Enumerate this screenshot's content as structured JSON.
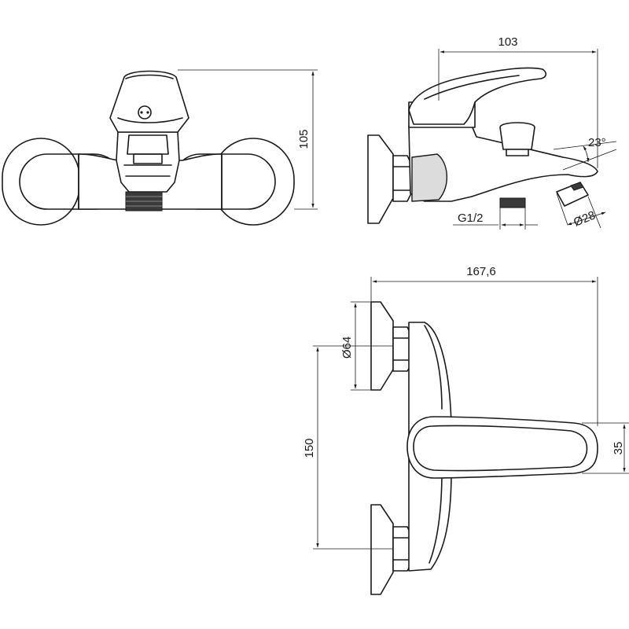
{
  "dimensions": {
    "front_height": "105",
    "side_spout_length": "103",
    "spout_angle": "23°",
    "outlet_thread": "G1/2",
    "aerator_diameter": "Ø28",
    "overall_depth": "167,6",
    "flange_diameter": "Ø64",
    "center_distance": "150",
    "handle_width": "35"
  }
}
